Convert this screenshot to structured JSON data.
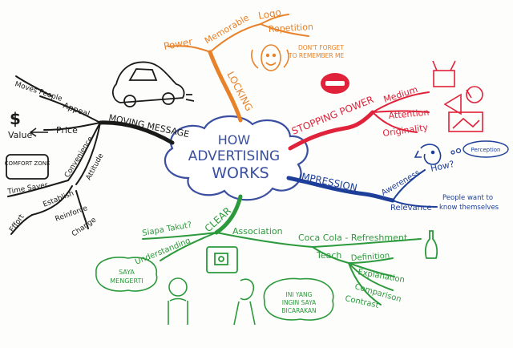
{
  "center": {
    "line1": "HOW",
    "line2": "ADVERTISING",
    "line3": "WORKS"
  },
  "branches": {
    "moving": {
      "label": "MOVING MESSAGE",
      "items": [
        "Moves People",
        "Appeal",
        "Value",
        "Price",
        "Convenience",
        "Attitude",
        "COMFORT ZONE",
        "Time Saver",
        "Establish",
        "Effort",
        "Reinforce",
        "Change"
      ],
      "icons": [
        "car-icon",
        "dollar-icon"
      ]
    },
    "locking": {
      "label": "LOCKING",
      "items": [
        "Power",
        "Memorable",
        "Logo",
        "Repetition"
      ],
      "note": "DON'T FORGET TO REMEMBER ME",
      "icons": [
        "smiling-face-icon"
      ]
    },
    "stopping": {
      "label": "STOPPING POWER",
      "items": [
        "Medium",
        "Attention",
        "Originality"
      ],
      "icons": [
        "stop-sign-icon",
        "tv-icon",
        "megaphone-icon",
        "billboard-icon"
      ]
    },
    "impression": {
      "label": "IMPRESSION",
      "items": [
        "Awereness",
        "How?",
        "Perception",
        "Relevance"
      ],
      "note": "People want to know themselves",
      "icons": [
        "thinking-face-icon"
      ]
    },
    "clear": {
      "label": "CLEAR",
      "items": [
        "Siapa Takut?",
        "Understanding",
        "Association",
        "Coca Cola - Refreshment",
        "Teach",
        "Definition",
        "Explanation",
        "Comparison",
        "Contrast"
      ],
      "bubbles": [
        "SAYA MENGERTI",
        "INI YANG INGIN SAYA BICARAKAN"
      ],
      "icons": [
        "tv-icon",
        "bottle-icon",
        "man-icon",
        "speaking-man-icon"
      ]
    }
  },
  "colors": {
    "moving": "#1a1a1a",
    "locking": "#e8822a",
    "stopping": "#e0223a",
    "impression": "#1d3f9a",
    "clear": "#2c9a3c",
    "center": "#3a4fa0"
  }
}
